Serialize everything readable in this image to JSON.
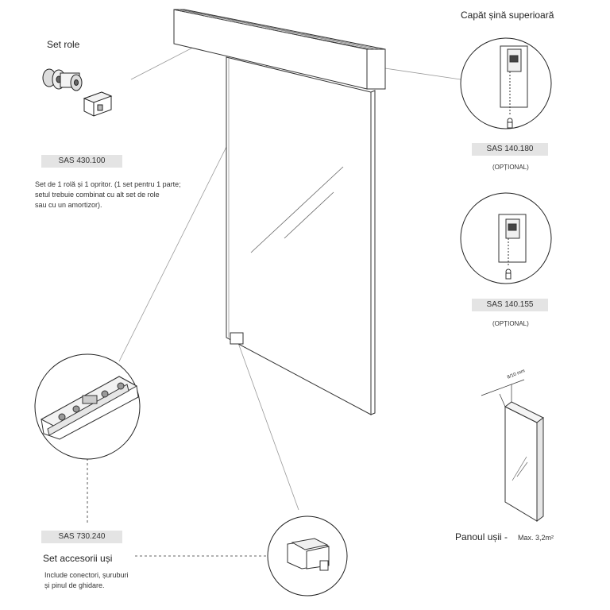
{
  "set_role": {
    "title": "Set role",
    "code": "SAS 430.100",
    "description_lines": [
      "Set de 1 rolă și 1 opritor. (1 set pentru 1 parte;",
      "setul trebuie combinat cu alt set de role",
      "sau cu un amortizor)."
    ]
  },
  "track_end": {
    "title": "Capăt șină superioară",
    "options": [
      {
        "code": "SAS 140.180",
        "note": "(OPȚIONAL)"
      },
      {
        "code": "SAS 140.155",
        "note": "(OPȚIONAL)"
      }
    ]
  },
  "accessory_set": {
    "code": "SAS 730.240",
    "title": "Set accesorii uși",
    "description_lines": [
      "Include conectori, șuruburi",
      "și pinul de ghidare."
    ]
  },
  "door_panel": {
    "title": "Panoul ușii -",
    "max_area": "Max. 3,2m²",
    "thickness_label": "8/10 mm"
  }
}
